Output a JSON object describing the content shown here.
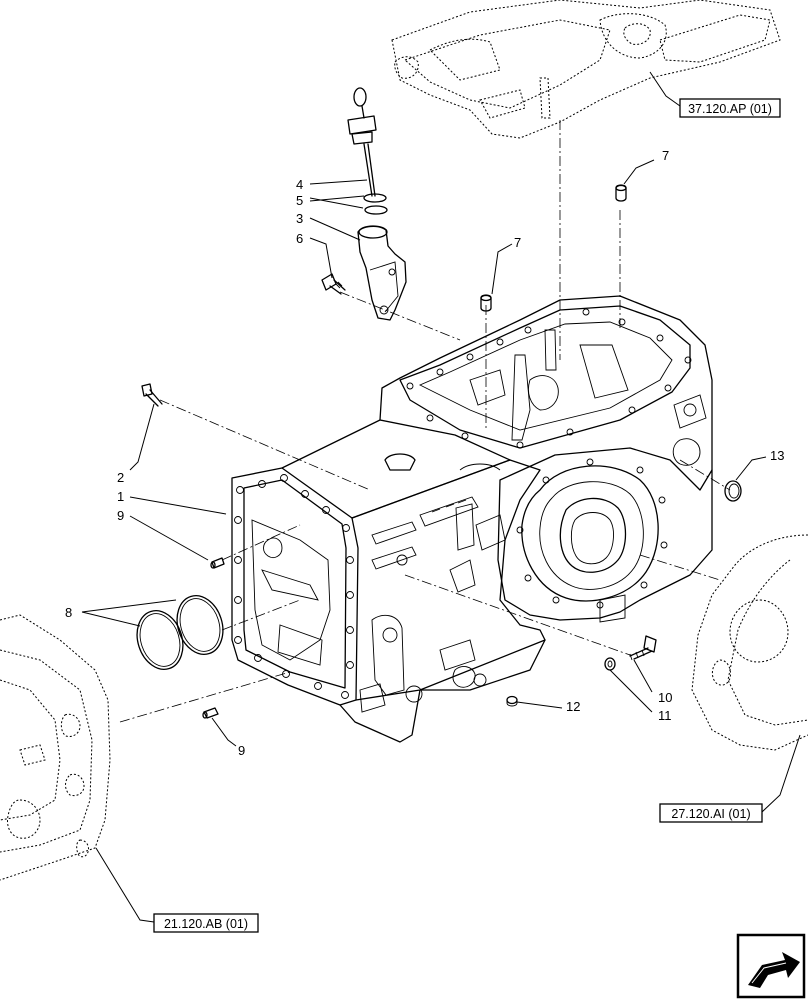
{
  "callouts": {
    "c1": "1",
    "c2": "2",
    "c3": "3",
    "c4": "4",
    "c5": "5",
    "c6": "6",
    "c7a": "7",
    "c7b": "7",
    "c8": "8",
    "c9a": "9",
    "c9b": "9",
    "c10": "10",
    "c11": "11",
    "c12": "12",
    "c13": "13"
  },
  "references": {
    "top_right": "37.120.AP (01)",
    "right": "27.120.AI (01)",
    "bottom_left": "21.120.AB (01)"
  },
  "icons": {
    "corner": "next-page-arrow-icon"
  }
}
